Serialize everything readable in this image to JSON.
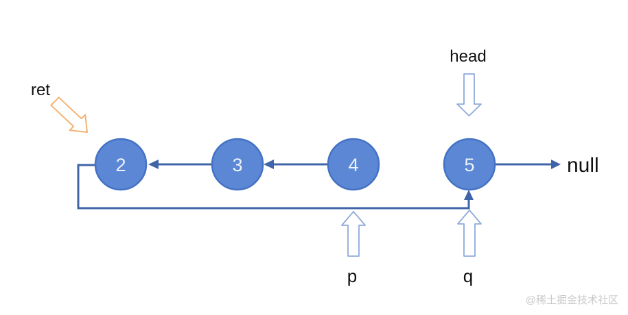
{
  "diagram": {
    "nodes": [
      {
        "value": "2"
      },
      {
        "value": "3"
      },
      {
        "value": "4"
      },
      {
        "value": "5"
      }
    ],
    "labels": {
      "ret": "ret",
      "head": "head",
      "p": "p",
      "q": "q",
      "null_text": "null"
    },
    "pointers": {
      "ret": "diagonal-block-arrow-icon",
      "head": "down-block-arrow-icon",
      "p": "up-block-arrow-icon",
      "q": "up-block-arrow-icon"
    },
    "colors": {
      "node_fill": "#5b87d5",
      "node_border": "#4472c4",
      "node_text": "#eef3fb",
      "connector": "#3f65a8",
      "pointer_outline_blue": "#8faadc",
      "pointer_outline_orange": "#f5b26f",
      "label_text": "#111111",
      "watermark": "#c9c9c9"
    },
    "watermark": "@稀土掘金技术社区"
  }
}
